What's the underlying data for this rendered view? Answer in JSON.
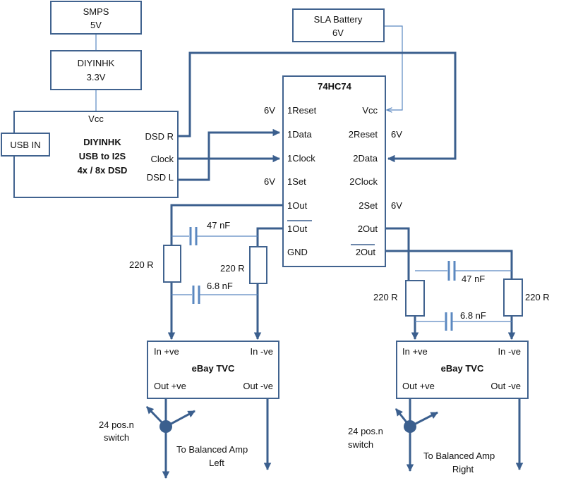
{
  "blocks": {
    "smps": {
      "title": "SMPS",
      "value": "5V"
    },
    "diyinhk_reg": {
      "title": "DIYINHK",
      "value": "3.3V"
    },
    "sla_battery": {
      "title": "SLA Battery",
      "value": "6V"
    },
    "usb_in": {
      "label": "USB IN"
    },
    "usb_i2s": {
      "vcc": "Vcc",
      "line1": "DIYINHK",
      "line2": "USB to I2S",
      "line3": "4x / 8x DSD",
      "dsd_r": "DSD R",
      "clock": "Clock",
      "dsd_l": "DSD L"
    },
    "flipflop": {
      "title": "74HC74",
      "left_pins": [
        "1Reset",
        "1Data",
        "1Clock",
        "1Set",
        "1Out",
        "1Out",
        "GND"
      ],
      "right_pins": [
        "Vcc",
        "2Reset",
        "2Data",
        "2Clock",
        "2Set",
        "2Out",
        "2Out"
      ],
      "left_supply": {
        "reset": "6V",
        "set": "6V"
      },
      "right_supply": {
        "reset": "6V",
        "set": "6V"
      }
    },
    "tvc_left": {
      "title": "eBay TVC",
      "in_pos": "In +ve",
      "in_neg": "In -ve",
      "out_pos": "Out +ve",
      "out_neg": "Out -ve"
    },
    "tvc_right": {
      "title": "eBay TVC",
      "in_pos": "In +ve",
      "in_neg": "In -ve",
      "out_pos": "Out +ve",
      "out_neg": "Out -ve"
    }
  },
  "components": {
    "left": {
      "cap_top": "47 nF",
      "cap_bottom": "6.8 nF",
      "res_left": "220 R",
      "res_right": "220 R"
    },
    "right": {
      "cap_top": "47 nF",
      "cap_bottom": "6.8 nF",
      "res_left": "220 R",
      "res_right": "220 R"
    }
  },
  "annotations": {
    "switch_left": [
      "24 pos.n",
      "switch"
    ],
    "switch_right": [
      "24 pos.n",
      "switch"
    ],
    "amp_left": [
      "To Balanced Amp",
      "Left"
    ],
    "amp_right": [
      "To Balanced Amp",
      "Right"
    ]
  },
  "colors": {
    "line": "#3b5f8e",
    "thin_line": "#5b88c0",
    "box_border": "#41638f"
  }
}
